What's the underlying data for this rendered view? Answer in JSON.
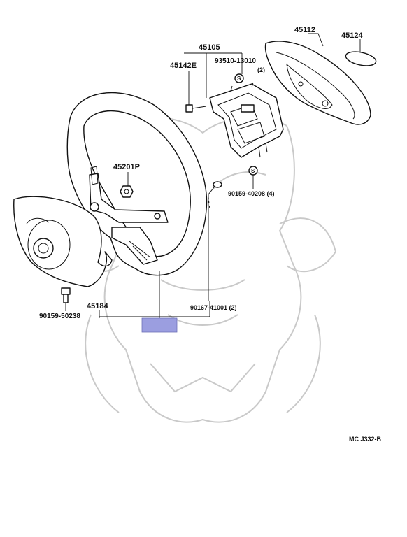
{
  "diagram": {
    "labels": {
      "p45105": "45105",
      "p45112": "45112",
      "p45124": "45124",
      "p45142e": "45142E",
      "p93510": "93510-13010",
      "p93510_qty": "(2)",
      "p45201p": "45201P",
      "p90159_40208": "90159-40208 (4)",
      "p45184": "45184",
      "p90159_50238": "90159-50238",
      "p90167": "90167-41001 (2)"
    },
    "diagram_code": "MC J332-B",
    "highlight_color": "#9b9ee0",
    "line_color": "#111111",
    "watermark_color": "#c9c9c9"
  }
}
